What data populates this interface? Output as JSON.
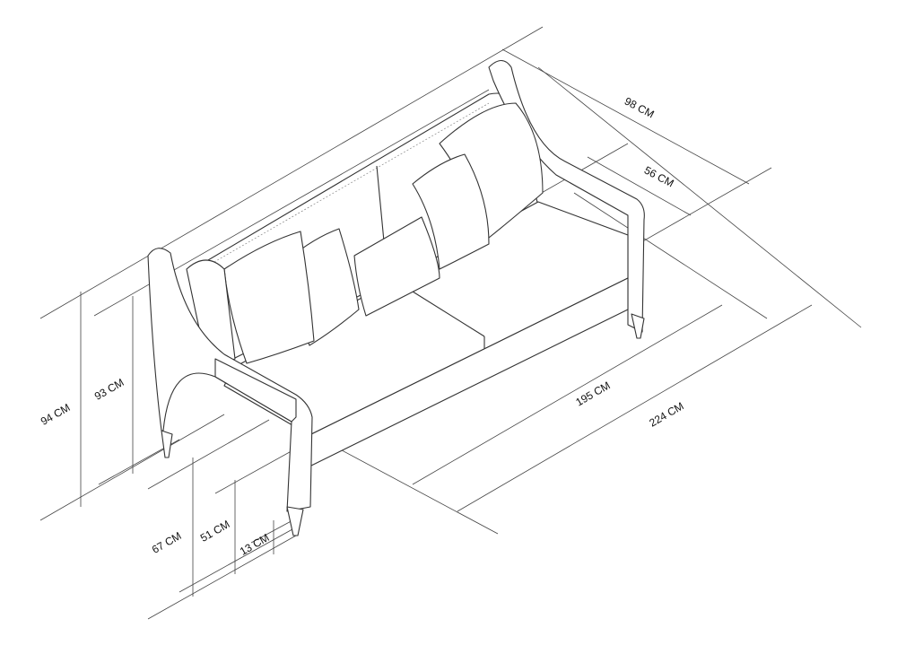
{
  "title": "Sofa dimensions drawing",
  "dimensions": {
    "overall_depth": "98 CM",
    "seat_depth": "56 CM",
    "seat_width": "195 CM",
    "overall_width": "224 CM",
    "overall_height": "94 CM",
    "back_height": "93 CM",
    "arm_height": "67 CM",
    "seat_height": "51 CM",
    "leg_height": "13 CM"
  },
  "colors": {
    "line": "#333333",
    "background": "#ffffff"
  }
}
